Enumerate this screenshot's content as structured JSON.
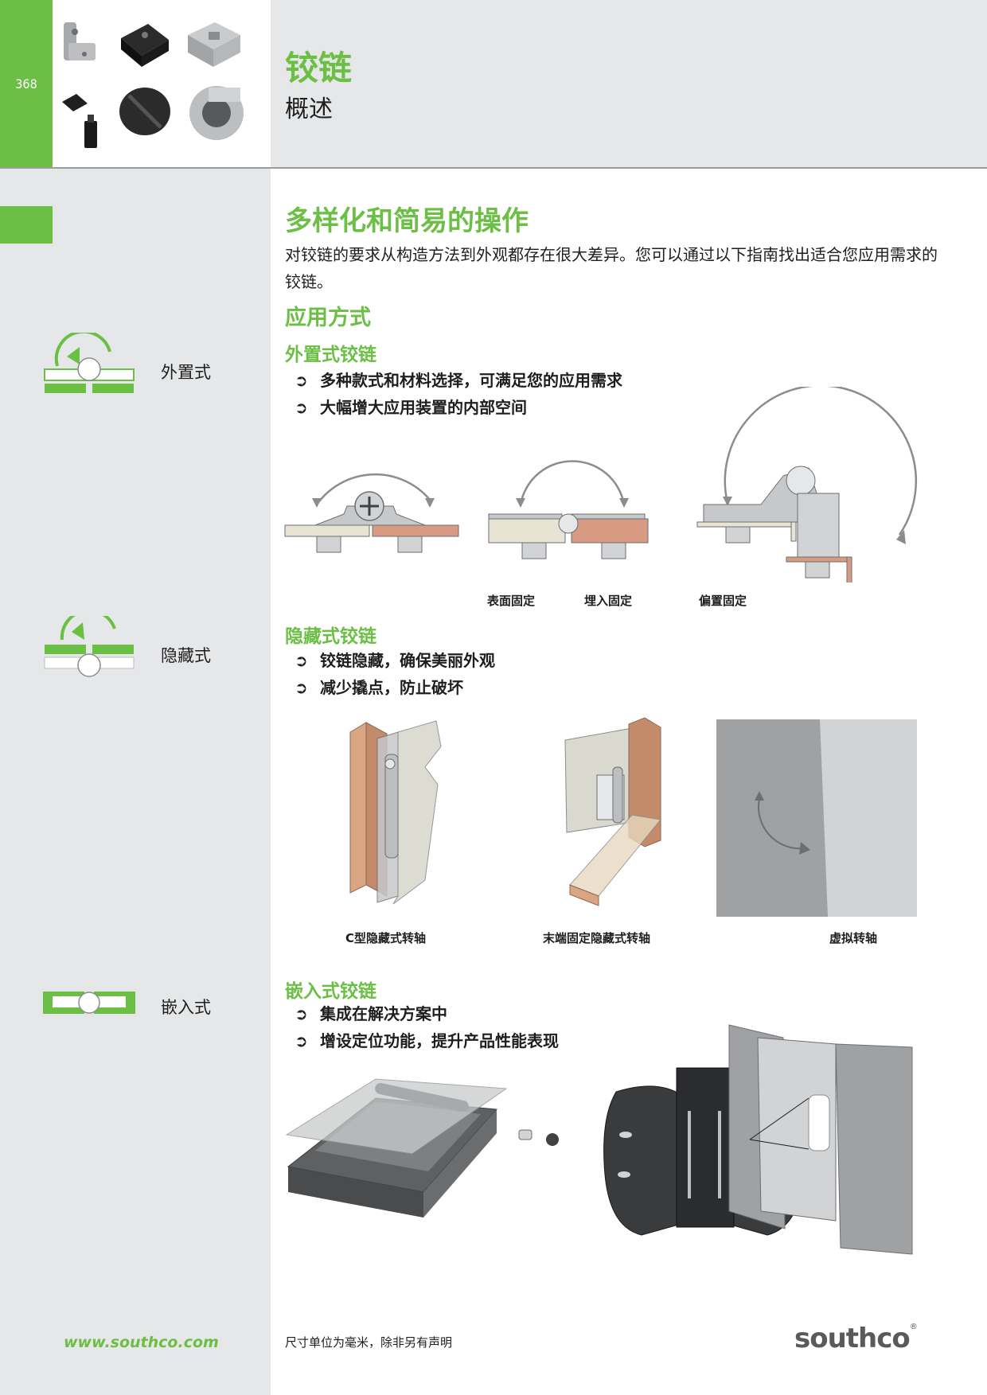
{
  "page_number": "368",
  "header": {
    "title": "铰链",
    "subtitle": "概述"
  },
  "section_heading": "多样化和简易的操作",
  "intro": "对铰链的要求从构造方法到外观都存在很大差异。您可以通过以下指南找出适合您应用需求的铰链。",
  "application_heading": "应用方式",
  "sidebar": {
    "items": [
      {
        "label": "外置式",
        "icon": "surface-hinge-icon"
      },
      {
        "label": "隐藏式",
        "icon": "concealed-hinge-icon"
      },
      {
        "label": "嵌入式",
        "icon": "embedded-hinge-icon"
      }
    ]
  },
  "sections": {
    "surface": {
      "heading": "外置式铰链",
      "bullets": [
        "多种款式和材料选择，可满足您的应用需求",
        "大幅增大应用装置的内部空间"
      ],
      "captions": [
        "表面固定",
        "埋入固定",
        "偏置固定"
      ]
    },
    "concealed": {
      "heading": "隐藏式铰链",
      "bullets": [
        "铰链隐藏，确保美丽外观",
        "减少撬点，防止破坏"
      ],
      "captions": [
        "C型隐藏式转轴",
        "末端固定隐藏式转轴",
        "虚拟转轴"
      ]
    },
    "embedded": {
      "heading": "嵌入式铰链",
      "bullets": [
        "集成在解决方案中",
        "增设定位功能，提升产品性能表现"
      ]
    }
  },
  "bullet_glyph": "➲",
  "footer": {
    "url": "www.southco.com",
    "note": "尺寸单位为毫米，除非另有声明",
    "logo": "southco",
    "logo_mark": "®"
  },
  "colors": {
    "accent": "#6cbf45",
    "panel": "#e6e7e8",
    "text": "#1e1e1e"
  }
}
